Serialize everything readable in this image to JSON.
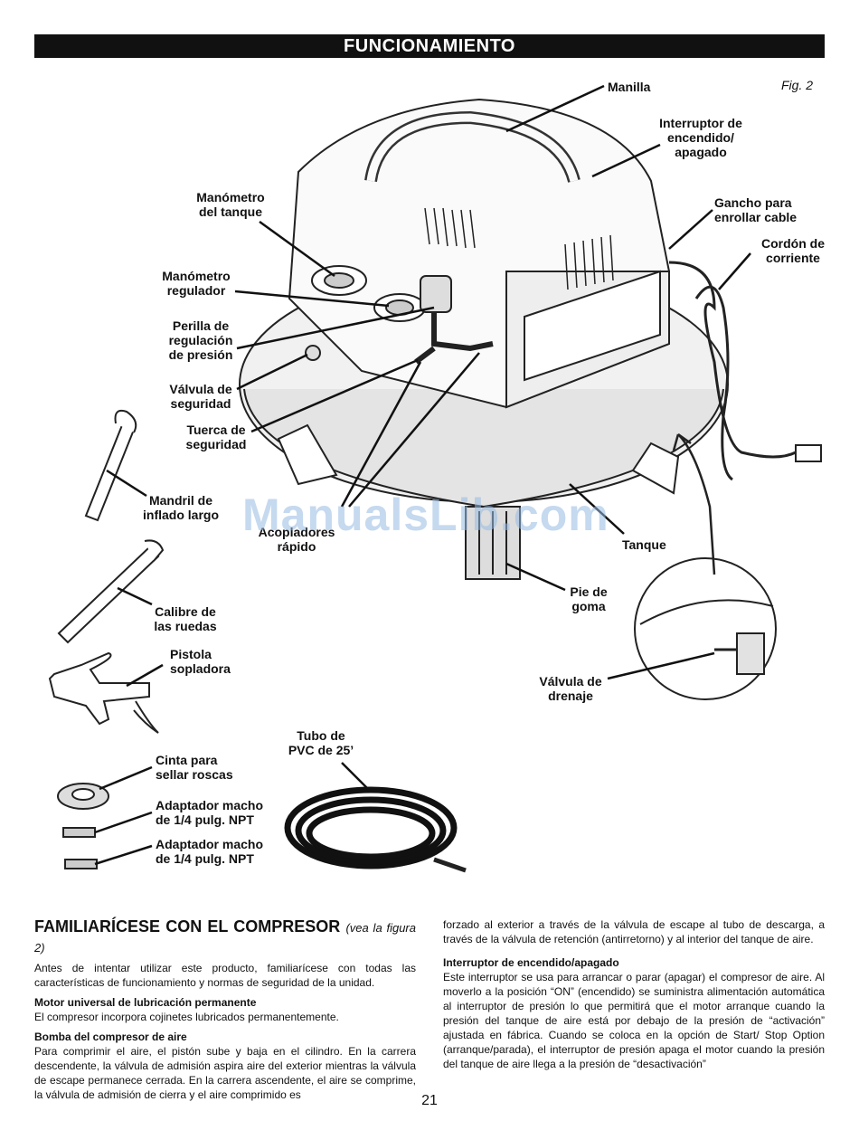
{
  "header": {
    "title": "FUNCIONAMIENTO"
  },
  "figure": {
    "fig_label": "Fig. 2",
    "labels": {
      "manilla": "Manilla",
      "interruptor": [
        "Interruptor de",
        "encendido/",
        "apagado"
      ],
      "gancho": [
        "Gancho para",
        "enrollar cable"
      ],
      "cordon": [
        "Cordón de",
        "corriente"
      ],
      "manometro_tanque": [
        "Manómetro",
        "del tanque"
      ],
      "manometro_regulador": [
        "Manómetro",
        "regulador"
      ],
      "perilla": [
        "Perilla de",
        "regulación",
        "de presión"
      ],
      "valvula_seguridad": [
        "Válvula de",
        "seguridad"
      ],
      "tuerca": [
        "Tuerca de",
        "seguridad"
      ],
      "mandril": [
        "Mandril de",
        "inflado largo"
      ],
      "acopladores": [
        "Acopladores",
        "rápido"
      ],
      "tanque": "Tanque",
      "pie": [
        "Pie de",
        "goma"
      ],
      "calibre": [
        "Calibre de",
        "las ruedas"
      ],
      "pistola": [
        "Pistola",
        "sopladora"
      ],
      "valvula_drenaje": [
        "Válvula de",
        "drenaje"
      ],
      "tubo": [
        "Tubo de",
        "PVC de 25’"
      ],
      "cinta": [
        "Cinta para",
        "sellar roscas"
      ],
      "adaptador1": [
        "Adaptador macho",
        "de 1/4 pulg. NPT"
      ],
      "adaptador2": [
        "Adaptador macho",
        "de 1/4 pulg. NPT"
      ]
    },
    "watermark": "ManualsLib.com"
  },
  "text": {
    "section_title": "FAMILIARÍCESE CON EL COMPRESOR",
    "section_ref": "(vea la figura 2)",
    "intro": "Antes de intentar utilizar este producto, familiarícese con todas las características de funcionamiento y normas de seguridad de la unidad.",
    "motor_title": "Motor universal de lubricación permanente",
    "motor_body": "El compresor incorpora cojinetes lubricados permanentemente.",
    "bomba_title": "Bomba del compresor de aire",
    "bomba_body": "Para comprimir el aire, el pistón sube y baja en el cilindro. En la carrera descendente, la válvula de admisión aspira aire del exterior mientras la válvula de escape permanece cerrada. En la carrera ascendente, el aire se comprime, la válvula de admisión de cierra y el aire comprimido es",
    "col2_body": "forzado al exterior a través de la válvula de escape al tubo de descarga, a través de la válvula de retención (antirretorno) y al interior del tanque de aire.",
    "interruptor_title": "Interruptor de encendido/apagado",
    "interruptor_body": "Este interruptor se usa para arrancar o parar (apagar) el compresor de aire. Al moverlo a la posición “ON” (encendido) se suministra alimentación automática al interruptor de presión lo que permitirá que el motor arranque cuando la presión del tanque de aire está por debajo de la presión de “activación” ajustada en fábrica. Cuando se coloca en la opción de Start/ Stop Option (arranque/parada), el interruptor de presión apaga el motor cuando la presión del tanque de aire llega a la presión de “desactivación”"
  },
  "page_number": "21"
}
